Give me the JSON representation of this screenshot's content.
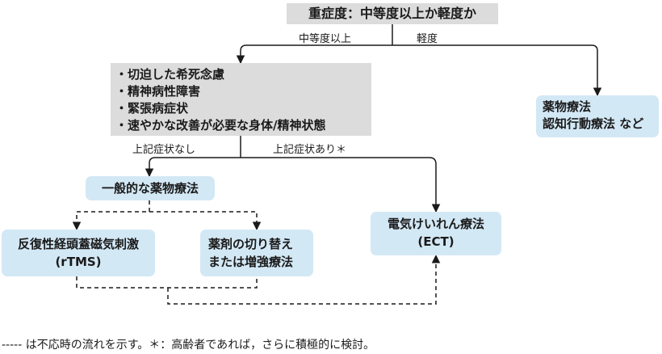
{
  "top": {
    "text": "重症度：中等度以上か軽度か"
  },
  "branch_labels": {
    "moderate": "中等度以上",
    "mild": "軽度"
  },
  "criteria": {
    "items": [
      "・切迫した希死念慮",
      "・精神病性障害",
      "・緊張病症状",
      "・速やかな改善が必要な身体/精神状態"
    ]
  },
  "criteria_labels": {
    "absent": "上記症状なし",
    "present": "上記症状あり＊"
  },
  "mild_treatment": {
    "lines": [
      "薬物療法",
      "認知行動療法 など"
    ]
  },
  "general_pharma": {
    "text": "一般的な薬物療法"
  },
  "ect": {
    "lines": [
      "電気けいれん療法",
      "(ECT)"
    ]
  },
  "rtms": {
    "lines": [
      "反復性経頭蓋磁気刺激",
      "(rTMS)"
    ]
  },
  "switch": {
    "lines": [
      "薬剤の切り替え",
      "または増強療法"
    ]
  },
  "footnote": "----- は不応時の流れを示す。＊：高齢者であれば，さらに積極的に検討。"
}
